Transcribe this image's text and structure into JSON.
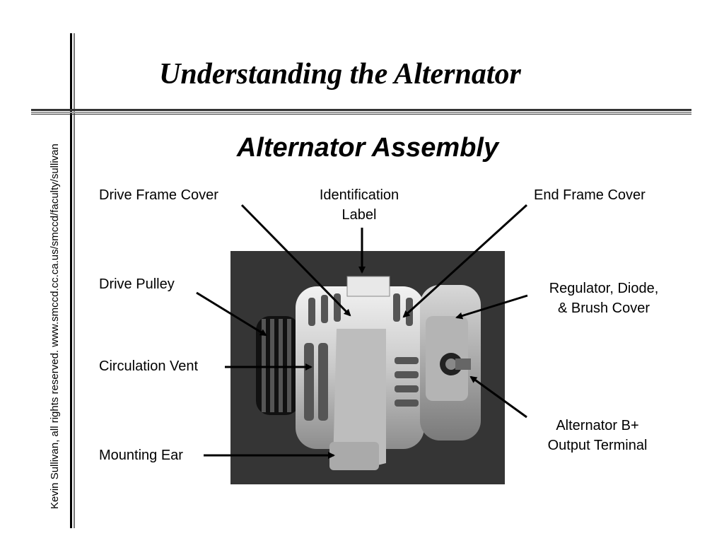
{
  "slide": {
    "title": "Understanding the Alternator",
    "subtitle": "Alternator Assembly",
    "credit": "Kevin Sullivan, all rights reserved.   www.smccd.cc.ca.us/smccd/faculty/sullivan"
  },
  "labels": {
    "drive_frame_cover": "Drive Frame Cover",
    "identification_label_line1": "Identification",
    "identification_label_line2": "Label",
    "end_frame_cover": "End Frame Cover",
    "drive_pulley": "Drive Pulley",
    "regulator_line1": "Regulator, Diode,",
    "regulator_line2": "& Brush Cover",
    "circulation_vent": "Circulation Vent",
    "output_terminal_line1": "Alternator B+",
    "output_terminal_line2": "Output Terminal",
    "mounting_ear": "Mounting Ear"
  }
}
